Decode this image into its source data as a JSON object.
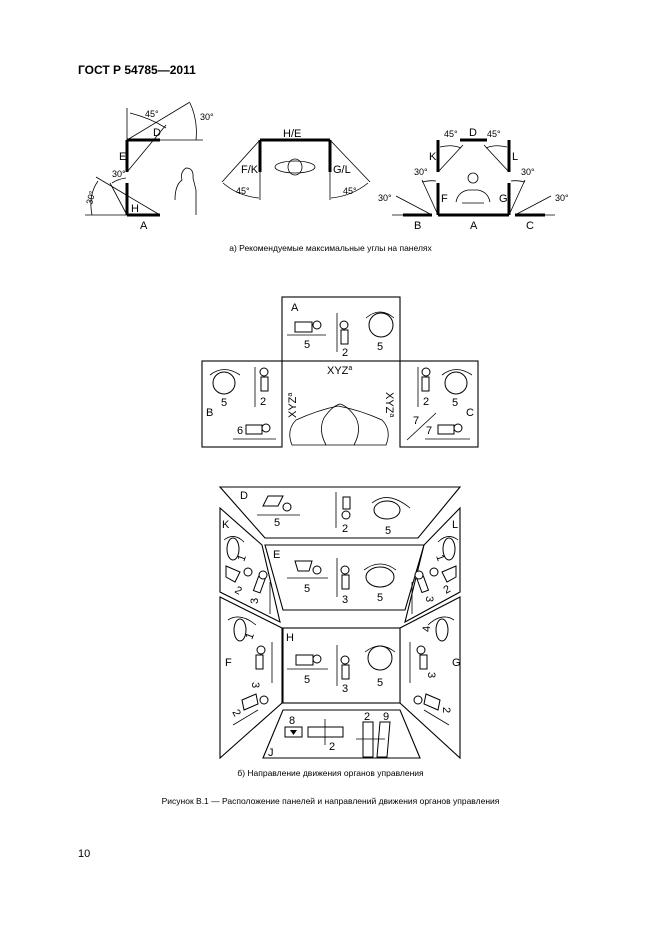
{
  "header": {
    "title": "ГОСТ Р 54785—2011"
  },
  "figure_a": {
    "caption": "а) Рекомендуемые максимальные углы на панелях",
    "side_view": {
      "labels": {
        "D": "D",
        "E": "E",
        "H": "H",
        "A": "A"
      },
      "angles": [
        "45°",
        "30°",
        "30°",
        "30°"
      ]
    },
    "top_view": {
      "labels": {
        "HE": "H/E",
        "FK": "F/K",
        "GL": "G/L"
      },
      "angles": [
        "45°",
        "45°"
      ]
    },
    "front_view": {
      "labels": {
        "D": "D",
        "K": "K",
        "L": "L",
        "F": "F",
        "G": "G",
        "A": "A",
        "B": "B",
        "C": "C"
      },
      "angles": [
        "45°",
        "45°",
        "30°",
        "30°",
        "30°",
        "30°"
      ]
    }
  },
  "figure_mid": {
    "panels": {
      "A": "A",
      "B": "B",
      "C": "C"
    },
    "xyz": "XYZ",
    "sup": "a",
    "numbers": {
      "a1": "5",
      "a2": "2",
      "a3": "5",
      "b1": "5",
      "b2": "2",
      "b3": "6",
      "c1": "2",
      "c2": "5",
      "c3": "7",
      "c4": "7"
    }
  },
  "figure_b": {
    "caption": "б) Направление движения органов управления",
    "panels": {
      "D": "D",
      "E": "E",
      "H": "H",
      "K": "K",
      "L": "L",
      "F": "F",
      "G": "G",
      "J": "J"
    },
    "numbers": {
      "d1": "5",
      "d2": "2",
      "d3": "5",
      "e1": "5",
      "e2": "3",
      "e3": "5",
      "h1": "5",
      "h2": "3",
      "h3": "5",
      "k1": "1",
      "k2": "2",
      "k3": "3",
      "l1": "1",
      "l2": "2",
      "l3": "3",
      "f1": "1",
      "f2": "3",
      "f3": "2",
      "g1": "4",
      "g2": "3",
      "g3": "2",
      "j1": "8",
      "j2": "2",
      "j3": "2",
      "j4": "9"
    }
  },
  "figure_title": "Рисунок В.1 — Расположение панелей и направлений движения органов управления",
  "page_number": "10"
}
